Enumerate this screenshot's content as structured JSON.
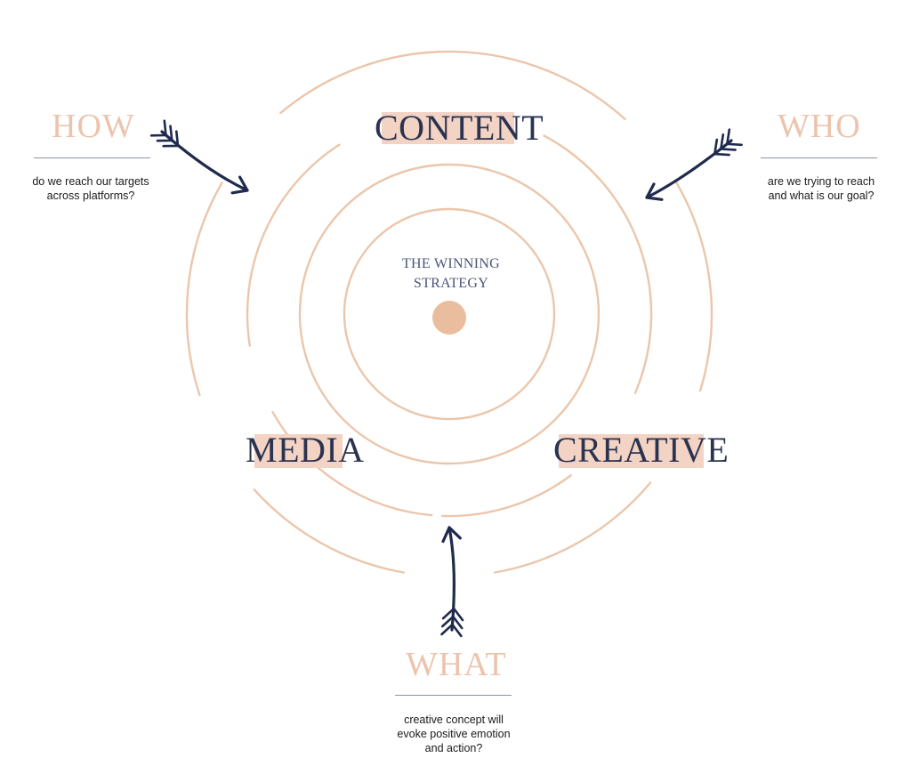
{
  "colors": {
    "ring": "#ebc6ab",
    "highlight": "#f3d3c4",
    "navy": "#1f2a4d",
    "title_peach": "#ecc4ae",
    "underline": "#8e93ad",
    "center_dot": "#ebbd9f"
  },
  "center": {
    "line1": "THE WINNING",
    "line2": "STRATEGY"
  },
  "rings": {
    "content": "CONTENT",
    "media": "MEDIA",
    "creative": "CREATIVE"
  },
  "questions": {
    "how": {
      "title": "HOW",
      "line1": "do we reach our targets",
      "line2": "across platforms?"
    },
    "who": {
      "title": "WHO",
      "line1": "are we trying to reach",
      "line2": "and what is our goal?"
    },
    "what": {
      "title": "WHAT",
      "line1": "creative concept will",
      "line2": "evoke positive emotion",
      "line3": "and action?"
    }
  },
  "icons": {
    "arrow_how": "arrow-icon",
    "arrow_who": "arrow-icon",
    "arrow_what": "arrow-icon"
  }
}
